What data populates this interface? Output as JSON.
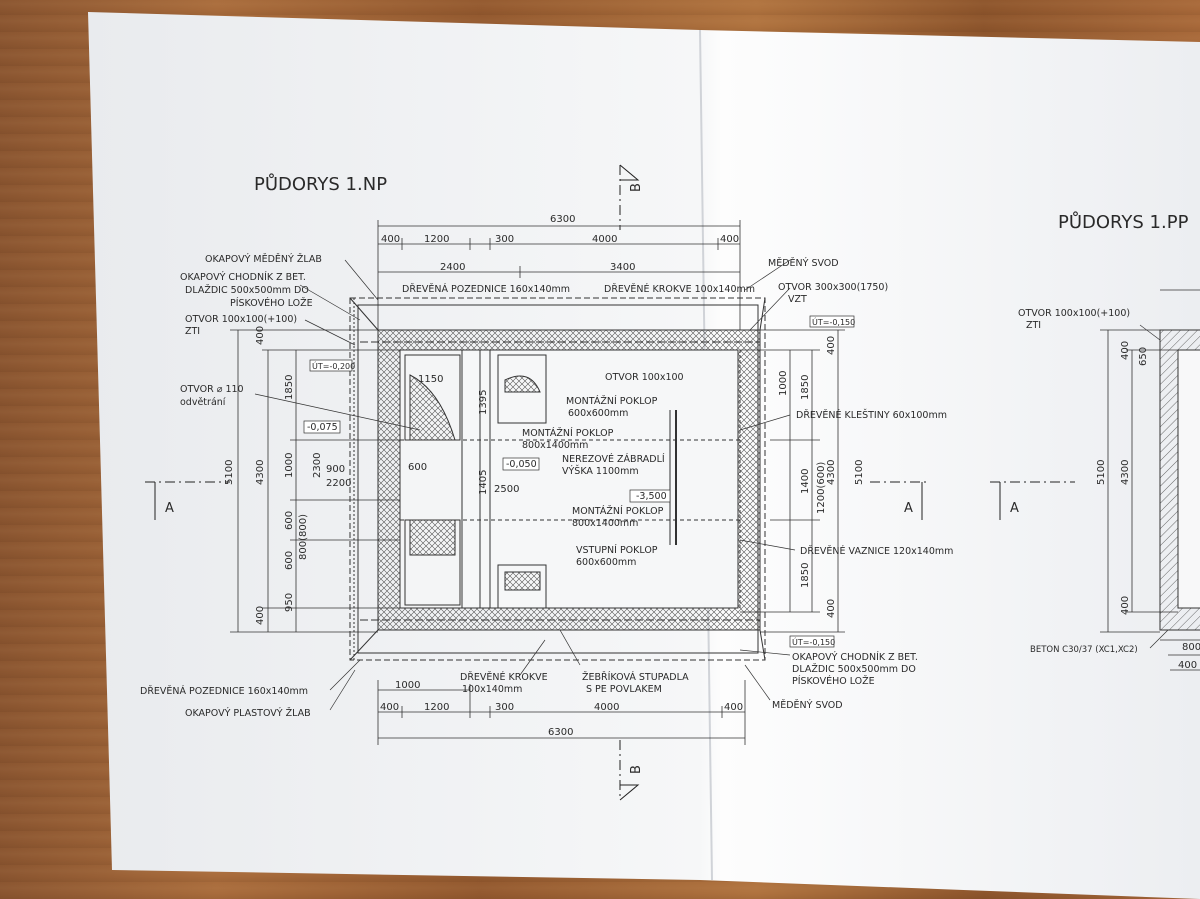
{
  "titles": {
    "floor_plan_1np": "PŮDORYS 1.NP",
    "floor_plan_1pp": "PŮDORYS 1.PP"
  },
  "section_marks": {
    "b_top": "B",
    "b_bottom": "B",
    "a_left": "A",
    "a_mid": "A",
    "a_right": "A"
  },
  "top_dims": {
    "overall": "6300",
    "d400a": "400",
    "d1200": "1200",
    "d300": "300",
    "d4000": "4000",
    "d400b": "400",
    "d2400": "2400",
    "d3400": "3400"
  },
  "bottom_dims": {
    "d1000": "1000",
    "d400a": "400",
    "d1200": "1200",
    "d300": "300",
    "d4000": "4000",
    "d400b": "400",
    "overall": "6300"
  },
  "left_labels": {
    "okapovy_medeny_zlab": "OKAPOVÝ MĚDĚNÝ ŽLAB",
    "okapovy_chodnik_1": "OKAPOVÝ CHODNÍK Z BET.",
    "okapovy_chodnik_2": "DLAŽDIC 500x500mm DO",
    "okapovy_chodnik_3": "PÍSKOVÉHO LOŽE",
    "otvor_zti_1": "OTVOR 100x100(+100)",
    "otvor_zti_2": "ZTI",
    "otvor_110_1": "OTVOR ⌀ 110",
    "otvor_110_2": "odvětrání",
    "pozednice_bottom": "DŘEVĚNÁ POZEDNICE 160x140mm",
    "plastovy_zlab": "OKAPOVÝ PLASTOVÝ ŽLAB"
  },
  "top_labels": {
    "pozednice": "DŘEVĚNÁ POZEDNICE 160x140mm",
    "krokve": "DŘEVĚNÉ KROKVE 100x140mm",
    "medeny_svod": "MĚDĚNÝ SVOD",
    "otvor_vzt_1": "OTVOR 300x300(1750)",
    "otvor_vzt_2": "VZT"
  },
  "right_labels": {
    "klestiny": "DŘEVĚNÉ KLEŠTINY 60x100mm",
    "vaznice": "DŘEVĚNÉ VAZNICE 120x140mm",
    "chodnik_1": "OKAPOVÝ CHODNÍK Z BET.",
    "chodnik_2": "DLAŽDIC 500x500mm DO",
    "chodnik_3": "PÍSKOVÉHO LOŽE",
    "medeny_svod": "MĚDĚNÝ SVOD"
  },
  "bottom_labels": {
    "krokve_1": "DŘEVĚNÉ KROKVE",
    "krokve_2": "100x140mm",
    "stupadla_1": "ŽEBŘÍKOVÁ STUPADLA",
    "stupadla_2": "S PE POVLAKEM"
  },
  "interior_labels": {
    "otvor_100": "OTVOR 100x100",
    "montazni_1a": "MONTÁŽNÍ POKLOP",
    "montazni_1b": "600x600mm",
    "montazni_2a": "MONTÁŽNÍ POKLOP",
    "montazni_2b": "800x1400mm",
    "zabradli_1": "NEREZOVÉ ZÁBRADLÍ",
    "zabradli_2": "VÝŠKA 1100mm",
    "montazni_3a": "MONTÁŽNÍ POKLOP",
    "montazni_3b": "800x1400mm",
    "vstupni_1": "VSTUPNÍ POKLOP",
    "vstupni_2": "600x600mm",
    "lvl_3500": "-3,500",
    "lvl_0050": "-0,050",
    "lvl_0075": "-0,075",
    "ut_0200": "ÚT=-0,200",
    "ut_0150a": "ÚT=-0,150",
    "ut_0150b": "ÚT=-0,150",
    "d1150": "1150",
    "d2500": "2500",
    "d900": "900",
    "d2200": "2200",
    "d600": "600",
    "d1395": "1395",
    "d1405": "1405"
  },
  "left_dims": {
    "d5100": "5100",
    "d4300": "4300",
    "d400a": "400",
    "d1850": "1850",
    "d1000": "1000",
    "d2300": "2300",
    "d600": "600",
    "d600b": "600",
    "d950": "950",
    "d400b": "400",
    "d800": "800(800)"
  },
  "right_dims": {
    "d5100": "5100",
    "d4300": "4300",
    "d400a": "400",
    "d1850a": "1850",
    "d1000": "1000",
    "d1400": "1400",
    "d1200": "1200(600)",
    "d1850b": "1850",
    "d400b": "400"
  },
  "pp_labels": {
    "otvor_1": "OTVOR 100x100(+100)",
    "otvor_2": "ZTI",
    "beton": "BETON C30/37 (XC1,XC2)",
    "d5100": "5100",
    "d4300": "4300",
    "d400a": "400",
    "d650": "650",
    "d400b": "400",
    "d800": "800",
    "d400c": "400"
  }
}
